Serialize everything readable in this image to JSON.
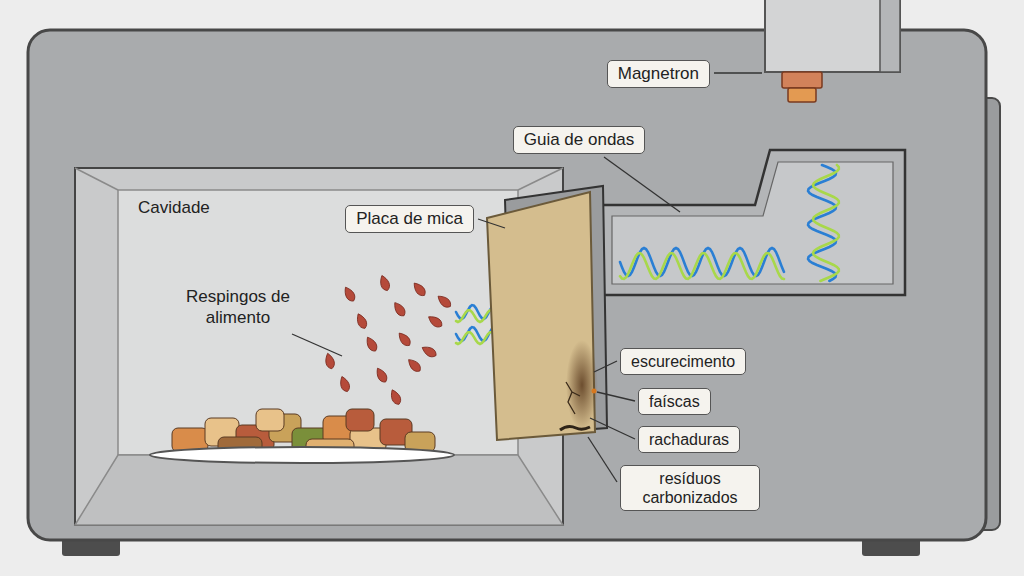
{
  "diagram": {
    "nodes": [
      {
        "text": [
          "Magnetron"
        ]
      },
      {
        "text": [
          "Guia de ondas"
        ]
      },
      {
        "text": [
          "Placa de mica"
        ]
      },
      {
        "text": [
          "escurecimento"
        ]
      },
      {
        "text": [
          "faíscas"
        ]
      },
      {
        "text": [
          "rachaduras"
        ]
      },
      {
        "text": [
          "resíduos carbonizados"
        ]
      }
    ],
    "labels": [
      "Cavidade",
      "Respingos de alimento"
    ]
  }
}
